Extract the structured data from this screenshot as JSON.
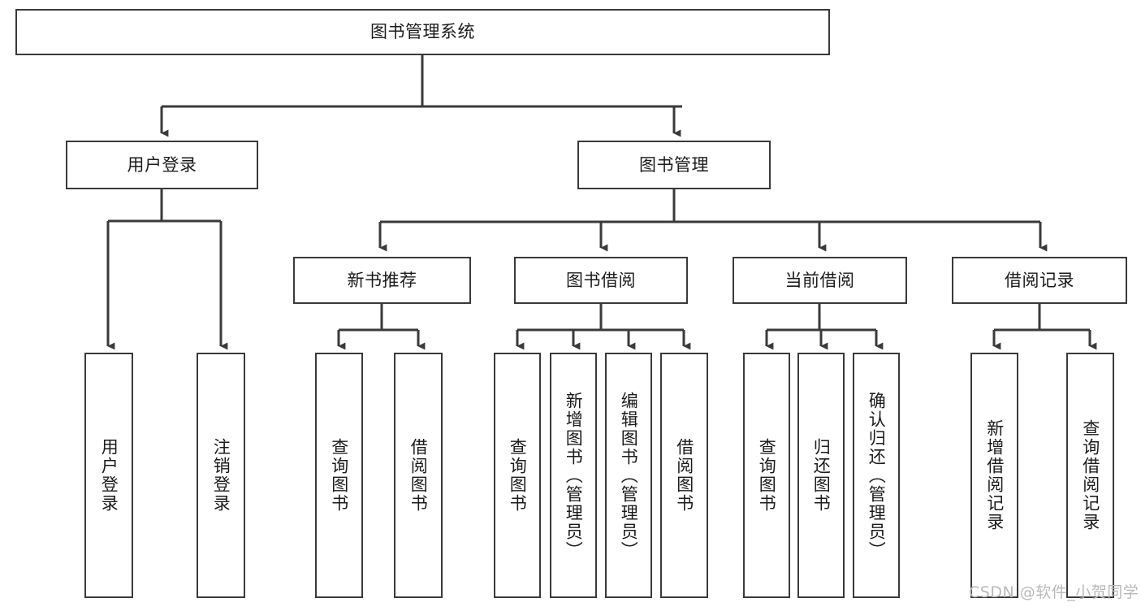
{
  "diagram": {
    "type": "hierarchy-tree",
    "title": "图书管理系统",
    "theme": {
      "background": "#ffffff",
      "box_border": "#3a3a3a",
      "box_fill": "#ffffff",
      "text": "#1b1b1b",
      "connector": "#3a3a3a",
      "watermark": "#b9b9b9"
    },
    "root": {
      "label": "图书管理系统"
    },
    "level2": [
      {
        "label": "用户登录"
      },
      {
        "label": "图书管理"
      }
    ],
    "level3": [
      {
        "label": "新书推荐"
      },
      {
        "label": "图书借阅"
      },
      {
        "label": "当前借阅"
      },
      {
        "label": "借阅记录"
      }
    ],
    "leaves": {
      "user_login": [
        {
          "label": "用户登录"
        },
        {
          "label": "注销登录"
        }
      ],
      "new_book_recommend": [
        {
          "label": "查询图书"
        },
        {
          "label": "借阅图书"
        }
      ],
      "book_borrow": [
        {
          "label": "查询图书"
        },
        {
          "label": "新增图书（管理员）"
        },
        {
          "label": "编辑图书（管理员）"
        },
        {
          "label": "借阅图书"
        }
      ],
      "current_borrow": [
        {
          "label": "查询图书"
        },
        {
          "label": "归还图书"
        },
        {
          "label": "确认归还（管理员）"
        }
      ],
      "borrow_record": [
        {
          "label": "新增借阅记录"
        },
        {
          "label": "查询借阅记录"
        }
      ]
    },
    "watermark": "CSDN @软件_小贺同学"
  }
}
